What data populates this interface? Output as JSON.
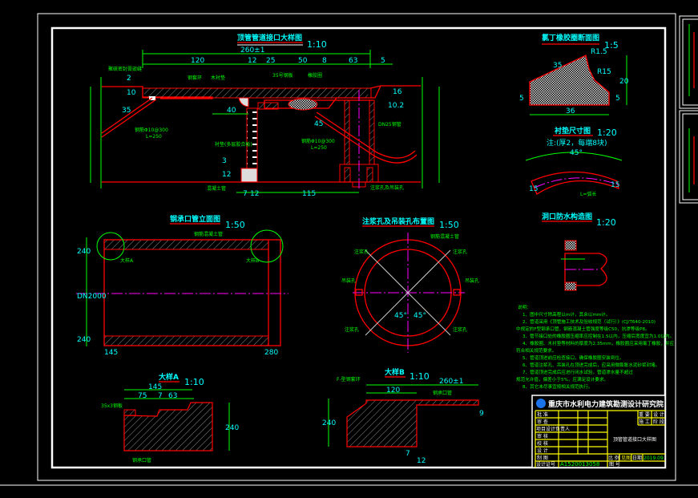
{
  "drawing": {
    "main_title": {
      "title": "顶管管道接口大样图",
      "scale": "1:10"
    },
    "main_dims": {
      "total": "260±1",
      "d1": "120",
      "d2": "12",
      "d3": "25",
      "d4": "50",
      "d5": "8",
      "d6": "63",
      "d7": "5",
      "d8": "40",
      "d9": "115",
      "d10": "7",
      "d11": "12",
      "d12": "2",
      "d13": "10",
      "d14": "16",
      "d15": "10.2",
      "d16": "35",
      "d17": "45",
      "d18": "3",
      "d19": "12"
    },
    "main_labels": {
      "pipe_spec_left": "钢筋Φ10@300",
      "len_left": "L=250",
      "pipe_spec_right": "钢筋Φ10@300",
      "len_right": "L=250",
      "dn": "DN25钢管",
      "l1": "聚硫密封膏嵌缝",
      "l2": "钢套环",
      "l3": "橡胶圈",
      "l4": "木衬垫",
      "l5": "35号钢板",
      "l6": "衬垫(多层胶合板)",
      "l7": "混凝土管",
      "l8": "注浆孔及吊装孔"
    },
    "rubber_title": {
      "title": "氯丁橡胶圈断面图",
      "scale": "1:5"
    },
    "rubber_dims": {
      "r1": "R1.5",
      "r2": "R15",
      "w": "36",
      "h": "20",
      "h1": "5",
      "h2": "5",
      "t": "35"
    },
    "pad_title": {
      "title": "衬垫尺寸图",
      "scale": "1:20",
      "note": "注:(厚2，每端8块)"
    },
    "pad_dims": {
      "angle": "45°",
      "a": "15",
      "b": "15",
      "len": "L=弧长"
    },
    "hole_title": {
      "title": "洞口防水构造图",
      "scale": "1:20"
    },
    "pipe_elev_title": {
      "title": "钢承口管立面图",
      "scale": "1:50"
    },
    "pipe_elev_dims": {
      "left": "145",
      "right": "280",
      "t1": "240",
      "dia": "DN2000",
      "t2": "240",
      "ref_a": "大样A",
      "ref_b": "大样B",
      "lbl": "钢筋混凝土管"
    },
    "grout_title": {
      "title": "注浆孔及吊装孔布置图",
      "scale": "1:50"
    },
    "grout_labels": {
      "a1": "45°",
      "a2": "45°",
      "h1": "注浆孔",
      "h2": "注浆孔",
      "h3": "吊装孔",
      "h4": "吊装孔",
      "h5": "注浆孔",
      "h6": "注浆孔",
      "top": "钢筋混凝土管"
    },
    "detail_a": {
      "title": "大样A",
      "scale": "1:10",
      "d1": "145",
      "d2": "75",
      "d3": "7",
      "d4": "63",
      "lbl1": "35x3钢板",
      "lbl2": "钢承口管",
      "h": "240"
    },
    "detail_b": {
      "title": "大样B",
      "scale": "1:10",
      "total": "260±1",
      "d1": "120",
      "lbl1": "F-型钢套环",
      "lbl2": "钢承口管",
      "d2": "9",
      "d3": "7",
      "d4": "12",
      "h": "240"
    }
  },
  "notes": {
    "heading": "说明：",
    "items": [
      "1、图中尺寸除高程以m计，其余以mm计。",
      "2、管道采用《顶管施工技术及验收规范（试行）》(CJ/T640-2010)",
      "中规定的F型钢承口管，钢筋混凝土管强度等级C50，抗渗等级P8。",
      "3、管节接口处的橡胶圈压缩率应控制在1.5以内，压缩后宽度宜为1.0以内。",
      "4、橡胶圈、木衬垫等材料的厚度为2.35mm，橡胶圈应采用氯丁橡胶，并应",
      "符合相关规范要求。",
      "5、管道顶进前应检查接口，确保橡胶圈安装到位。",
      "6、管道注浆孔、吊装孔在顶进完成后，应采用微膨胀水泥砂浆封堵。",
      "7、管道顶进完成后应进行闭水试验，管道渗水量不超过",
      "规范允许值，偏差小于5%，应满足设计要求。",
      "8、其它未尽事宜按相关规范执行。"
    ]
  },
  "title_block": {
    "institute": "重庆市水利电力建筑勘测设计研究院",
    "rows": [
      "批 准",
      "审 查",
      "项目设计负责人",
      "审 核",
      "校 核",
      "设 计",
      "制 图"
    ],
    "right_top": [
      "重 要",
      "设 计",
      "施 工",
      "阶 段"
    ],
    "drawing_name": "顶管管道接口大样图",
    "scale_label": "比 例",
    "scale_value": "见图",
    "date_label": "日期",
    "date_value": "2019.09",
    "number_label": "设计证号",
    "number_value": "A1520013058",
    "sheet_label": "图 号"
  },
  "colors": {
    "background": "#000000",
    "frame": "#ffffff",
    "object": "#ff0000",
    "dim": "#00ff00",
    "text": "#00ffff",
    "center": "#ff00ff",
    "titleblock": "#ffff00"
  }
}
